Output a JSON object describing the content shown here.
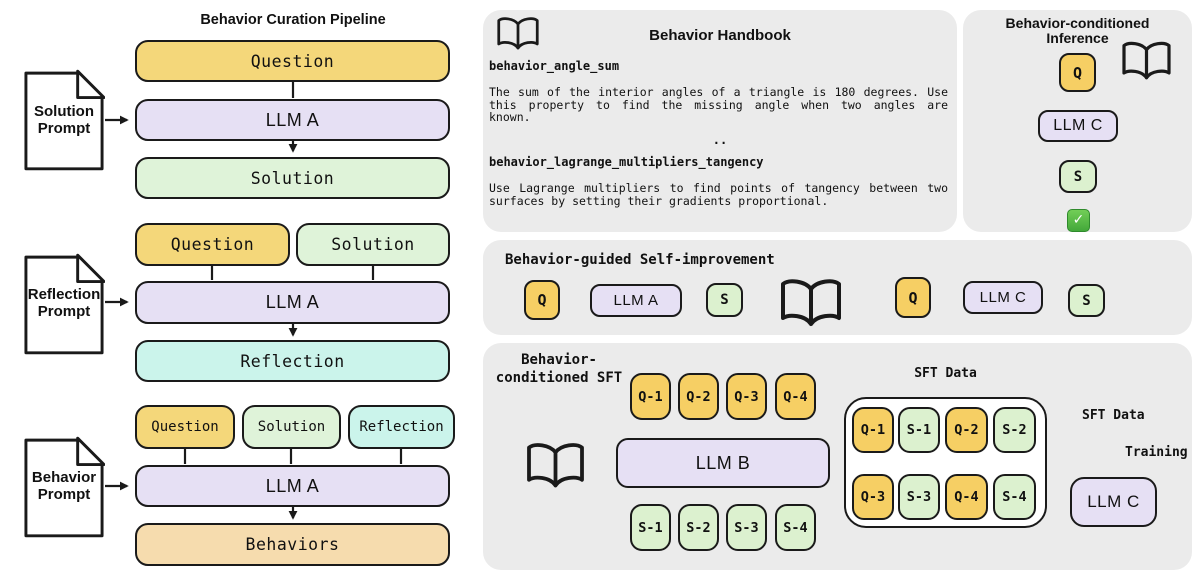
{
  "palette": {
    "yellow": "#F4D77A",
    "yellow_small": "#F6CF64",
    "green": "#DFF3D9",
    "green_small": "#DCF1CF",
    "purple": "#E6E0F4",
    "cyan": "#CBF4EB",
    "orange": "#F6DCAE",
    "panel": "#EBEBEB",
    "line": "#1A1A1A"
  },
  "curation": {
    "title": "Behavior Curation Pipeline",
    "stages": [
      {
        "doc": [
          "Solution",
          "Prompt"
        ],
        "inputs": [
          "Question"
        ],
        "model": "LLM A",
        "output": "Solution"
      },
      {
        "doc": [
          "Reflection",
          "Prompt"
        ],
        "inputs": [
          "Question",
          "Solution"
        ],
        "model": "LLM A",
        "output": "Reflection"
      },
      {
        "doc": [
          "Behavior",
          "Prompt"
        ],
        "inputs": [
          "Question",
          "Solution",
          "Reflection"
        ],
        "model": "LLM A",
        "output": "Behaviors"
      }
    ]
  },
  "handbook": {
    "title": "Behavior Handbook",
    "separator": "..",
    "entries": [
      {
        "name": "behavior_angle_sum",
        "lines": [
          "The sum of the interior angles of a triangle is 180 degrees. Use",
          "this property to find the missing angle when two angles are",
          "known."
        ]
      },
      {
        "name": "behavior_lagrange_multipliers_tangency",
        "lines": [
          "Use Lagrange multipliers to find points of tangency between two",
          "surfaces by setting their gradients proportional."
        ]
      }
    ]
  },
  "inference": {
    "title_line1": "Behavior-conditioned",
    "title_line2": "Inference",
    "question": "Q",
    "model": "LLM C",
    "solution": "S",
    "check_glyph": "✓"
  },
  "self_improvement": {
    "title": "Behavior-guided Self-improvement",
    "left": {
      "question": "Q",
      "model": "LLM A",
      "solution": "S"
    },
    "right": {
      "question": "Q",
      "model": "LLM C",
      "solution": "S"
    }
  },
  "sft": {
    "title_line1": "Behavior-",
    "title_line2": "conditioned SFT",
    "model": "LLM B",
    "questions": [
      "Q-1",
      "Q-2",
      "Q-3",
      "Q-4"
    ],
    "solutions": [
      "S-1",
      "S-2",
      "S-3",
      "S-4"
    ],
    "data": {
      "title": "SFT Data",
      "rows": [
        [
          "Q-1",
          "S-1",
          "Q-2",
          "S-2"
        ],
        [
          "Q-3",
          "S-3",
          "Q-4",
          "S-4"
        ]
      ]
    },
    "training": {
      "label": "SFT Data",
      "arrow_label": "Training",
      "model": "LLM C"
    }
  }
}
